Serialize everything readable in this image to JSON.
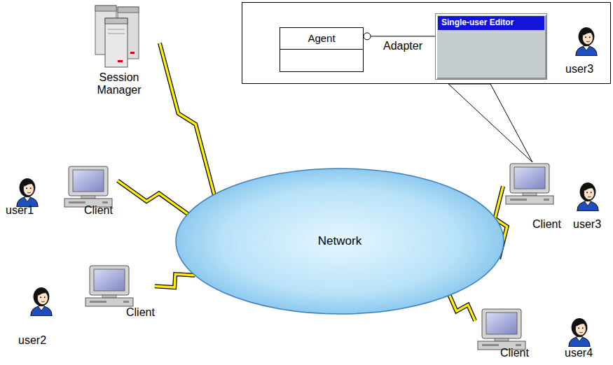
{
  "diagram": {
    "nodes": [
      {
        "text": [
          "Session Manager"
        ]
      },
      {
        "text": [
          "user3"
        ]
      },
      {
        "text": [
          "Agent"
        ],
        "in": 1
      },
      {
        "text": [
          "Single-user Editor"
        ],
        "in": 1
      },
      {
        "text": [
          "Client"
        ]
      },
      {
        "text": [
          "Network"
        ]
      },
      {
        "text": [
          "Client"
        ]
      },
      {
        "text": [
          "Client"
        ]
      },
      {
        "text": [
          "Client"
        ]
      }
    ],
    "edges": [
      {
        "from": 0,
        "to": 5,
        "arrow": "none"
      },
      {
        "from": 4,
        "to": 5,
        "arrow": "none"
      },
      {
        "from": 7,
        "to": 5,
        "arrow": "none"
      },
      {
        "from": 6,
        "to": 5,
        "arrow": "none"
      },
      {
        "from": 8,
        "to": 5,
        "arrow": "none"
      },
      {
        "from": 2,
        "to": 3,
        "label": "Adapter",
        "arrow": "none"
      }
    ],
    "labels": [
      "user1",
      "user2",
      "user3",
      "user4"
    ]
  }
}
